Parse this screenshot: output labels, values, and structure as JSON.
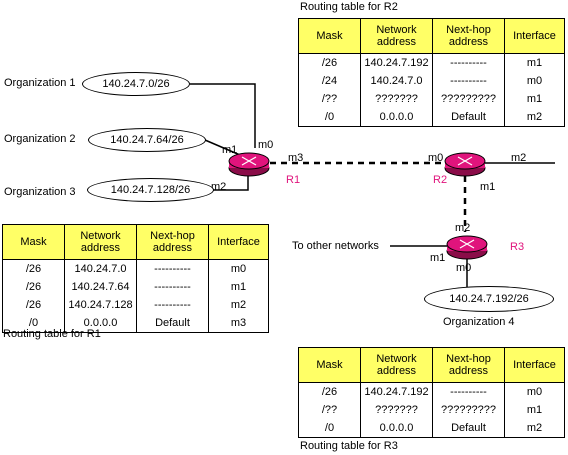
{
  "colors": {
    "router_fill": "#e0147c",
    "table_header": "#ffff66",
    "label_pink": "#e0147c"
  },
  "organizations": [
    {
      "label": "Organization 1",
      "network": "140.24.7.0/26"
    },
    {
      "label": "Organization 2",
      "network": "140.24.7.64/26"
    },
    {
      "label": "Organization 3",
      "network": "140.24.7.128/26"
    },
    {
      "label": "Organization 4",
      "network": "140.24.7.192/26"
    }
  ],
  "routers": {
    "r1": {
      "name": "R1",
      "ifaces": {
        "m0": "m0",
        "m1": "m1",
        "m2": "m2",
        "m3": "m3"
      }
    },
    "r2": {
      "name": "R2",
      "ifaces": {
        "m0": "m0",
        "m1": "m1",
        "m2": "m2"
      }
    },
    "r3": {
      "name": "R3",
      "ifaces": {
        "m0": "m0",
        "m1": "m1",
        "m2": "m2"
      }
    }
  },
  "other_networks_label": "To other networks",
  "tables": {
    "headers": {
      "mask": "Mask",
      "network": "Network address",
      "nexthop": "Next-hop address",
      "iface": "Interface"
    },
    "r2": {
      "caption": "Routing table for R2",
      "rows": [
        {
          "mask": "/26",
          "network": "140.24.7.192",
          "nexthop": "----------",
          "iface": "m1"
        },
        {
          "mask": "/24",
          "network": "140.24.7.0",
          "nexthop": "----------",
          "iface": "m0"
        },
        {
          "mask": "/??",
          "network": "???????",
          "nexthop": "?????????",
          "iface": "m1"
        },
        {
          "mask": "/0",
          "network": "0.0.0.0",
          "nexthop": "Default",
          "iface": "m2"
        }
      ]
    },
    "r1": {
      "caption": "Routing table for R1",
      "rows": [
        {
          "mask": "/26",
          "network": "140.24.7.0",
          "nexthop": "----------",
          "iface": "m0"
        },
        {
          "mask": "/26",
          "network": "140.24.7.64",
          "nexthop": "----------",
          "iface": "m1"
        },
        {
          "mask": "/26",
          "network": "140.24.7.128",
          "nexthop": "----------",
          "iface": "m2"
        },
        {
          "mask": "/0",
          "network": "0.0.0.0",
          "nexthop": "Default",
          "iface": "m3"
        }
      ]
    },
    "r3": {
      "caption": "Routing table for R3",
      "rows": [
        {
          "mask": "/26",
          "network": "140.24.7.192",
          "nexthop": "----------",
          "iface": "m0"
        },
        {
          "mask": "/??",
          "network": "???????",
          "nexthop": "?????????",
          "iface": "m1"
        },
        {
          "mask": "/0",
          "network": "0.0.0.0",
          "nexthop": "Default",
          "iface": "m2"
        }
      ]
    }
  }
}
